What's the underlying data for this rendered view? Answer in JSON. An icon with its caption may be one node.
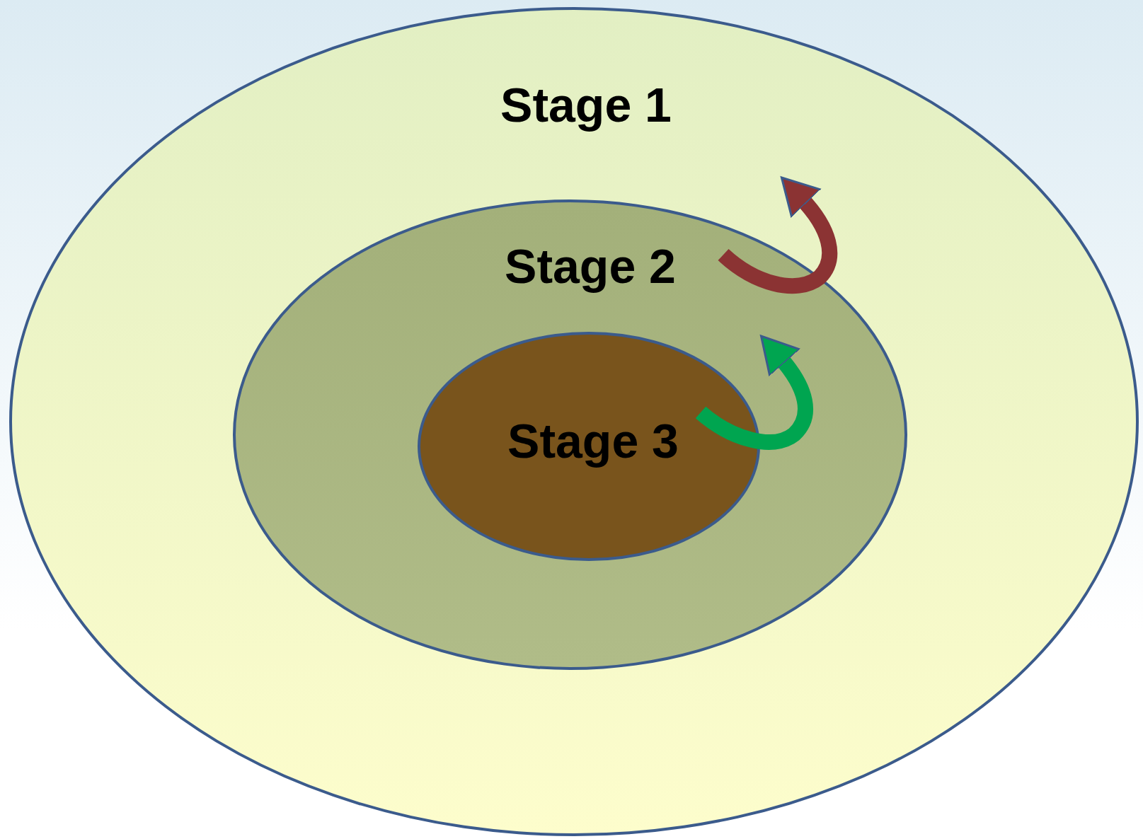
{
  "diagram": {
    "nodes": [
      {
        "text": [
          "Stage 1"
        ]
      },
      {
        "text": [
          "Stage 2"
        ],
        "in": 0
      },
      {
        "text": [
          "Stage 3"
        ],
        "in": 1
      }
    ]
  }
}
